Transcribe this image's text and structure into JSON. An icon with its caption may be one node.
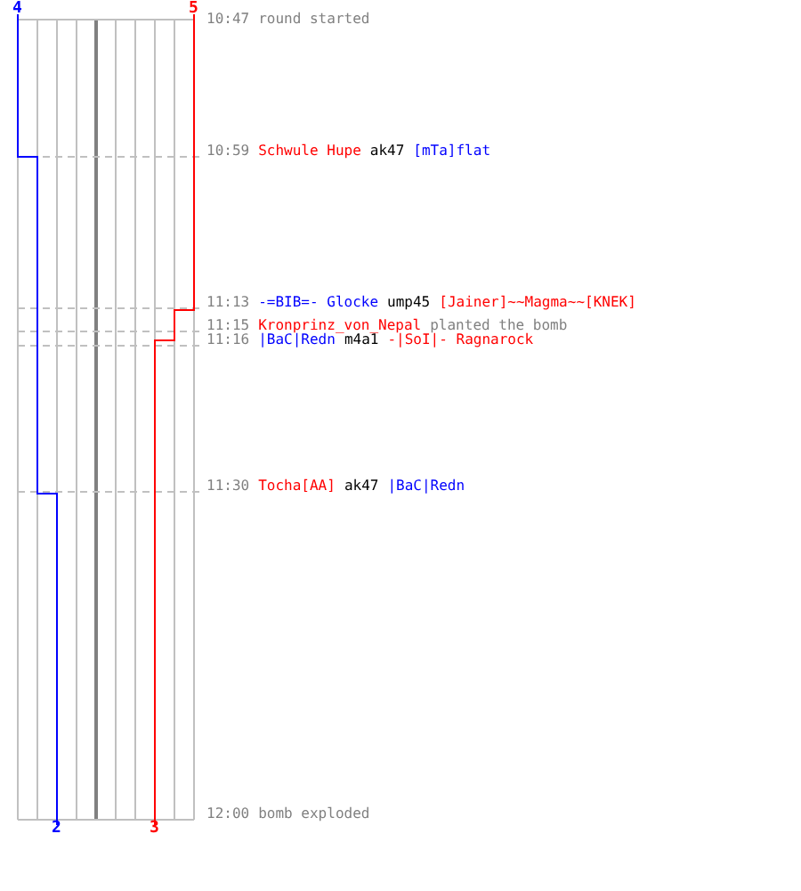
{
  "diagram": {
    "labels": [
      "4",
      "5",
      "10:47",
      "round started",
      "10:59",
      "Schwule Hupe",
      "ak47",
      "[mTa]flat",
      "11:13",
      "-=BIB=- Glocke",
      "ump45",
      "[Jainer]~~Magma~~[KNEK]",
      "11:15",
      "Kronprinz_von_Nepal",
      "planted the bomb",
      "11:16",
      "|BaC|Redn",
      "m4a1",
      "-|SoI|- Ragnarock",
      "11:30",
      "Tocha[AA]",
      "ak47",
      "|BaC|Redn",
      "2",
      "3",
      "12:00",
      "bomb exploded"
    ]
  }
}
